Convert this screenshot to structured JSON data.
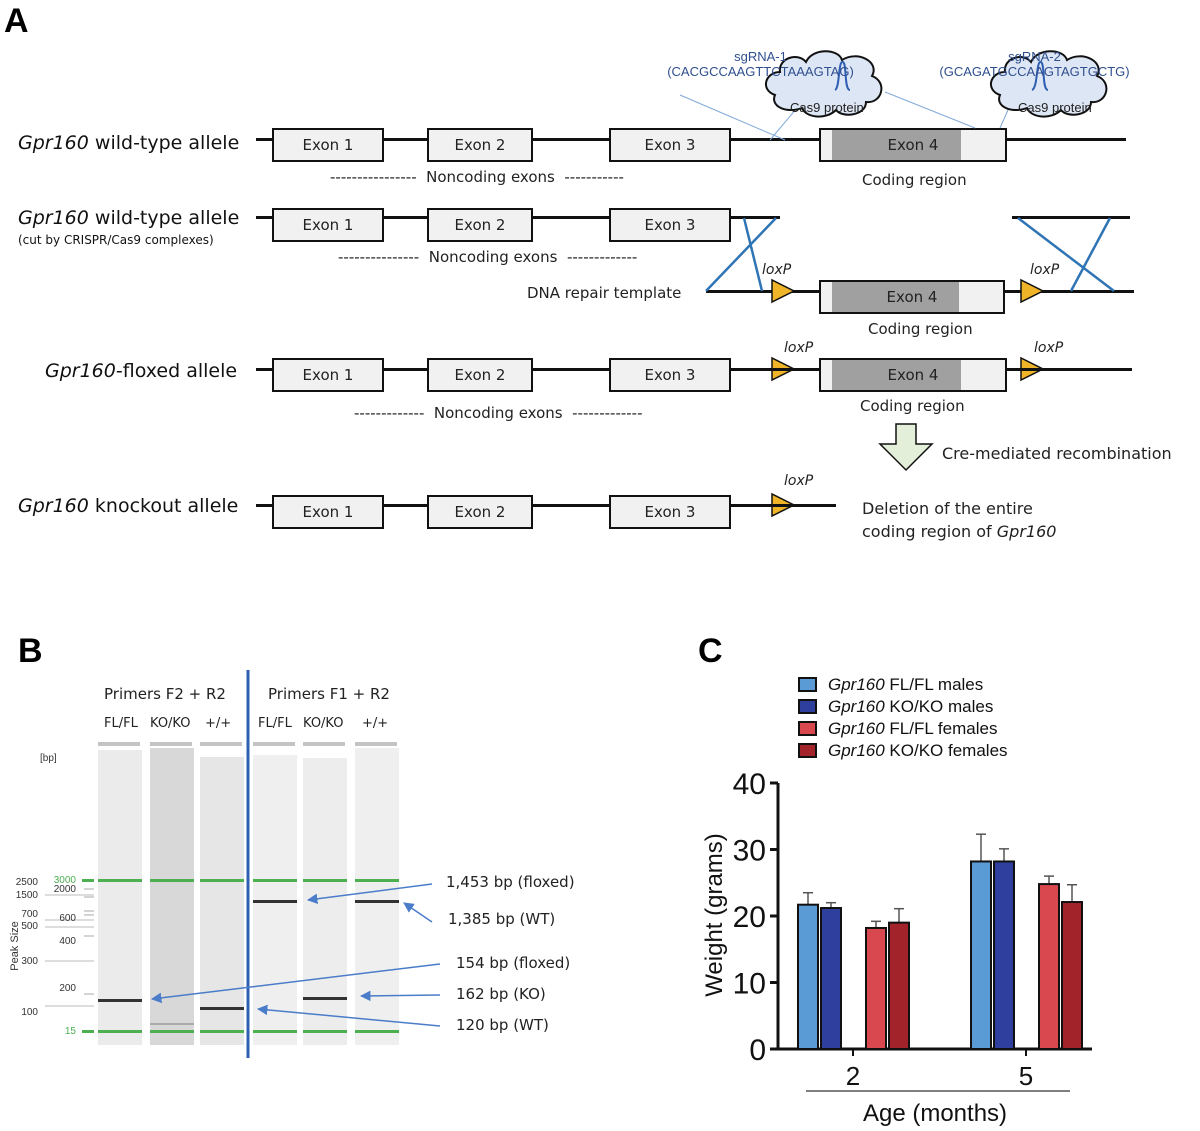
{
  "panels": {
    "a": {
      "letter": "A",
      "alleles": [
        {
          "name_italic": "Gpr160",
          "name_rest": " wild-type allele"
        },
        {
          "name_italic": "Gpr160",
          "name_rest": " wild-type allele",
          "sub": "(cut by CRISPR/Cas9 complexes)"
        },
        {
          "name_italic": "Gpr160",
          "name_rest": "-floxed allele"
        },
        {
          "name_italic": "Gpr160",
          "name_rest": " knockout allele"
        }
      ],
      "exons": [
        "Exon 1",
        "Exon 2",
        "Exon 3",
        "Exon 4"
      ],
      "noncoding_label": "Noncoding exons",
      "coding_label": "Coding region",
      "loxp_label": "loxP",
      "repair_template_label": "DNA repair template",
      "sgrna": [
        {
          "name": "sgRNA-1",
          "sequence": "(CACGCCAAGTTCTAAAGTAG)"
        },
        {
          "name": "sgRNA-2",
          "sequence": "(GCAGATGCCAAGTAGTGCTG)"
        }
      ],
      "cas9_label": "Cas9 protein",
      "cre_label": "Cre-mediated recombination",
      "deletion_text_1": "Deletion of the entire",
      "deletion_text_2": "coding region of ",
      "deletion_text_gene": "Gpr160",
      "colors": {
        "loxp": "#f0b428",
        "guide_line": "#2f74b5",
        "cas9_fill": "#dde6f4",
        "cre_arrow": "#e3efd9"
      }
    },
    "b": {
      "letter": "B",
      "primer_groups": [
        "Primers F2 + R2",
        "Primers F1 + R2"
      ],
      "lanes": [
        "FL/FL",
        "KO/KO",
        "+/+",
        "FL/FL",
        "KO/KO",
        "+/+"
      ],
      "bp_label": "[bp]",
      "axis_label": "Peak Size",
      "ladder_left": [
        "2500",
        "1500",
        "700",
        "500",
        "300",
        "100"
      ],
      "ladder_right": [
        "3000",
        "2000",
        "600",
        "400",
        "200",
        "15"
      ],
      "band_labels": [
        "1,453 bp (floxed)",
        "1,385 bp (WT)",
        "154 bp (floxed)",
        "162 bp (KO)",
        "120 bp (WT)"
      ],
      "colors": {
        "marker": "#4caf50",
        "divider": "#2f5fb3",
        "arrow": "#4a7cc9"
      }
    },
    "c": {
      "letter": "C"
    }
  },
  "chart_data": {
    "type": "bar",
    "title": "",
    "xlabel": "Age (months)",
    "ylabel": "Weight  (grams)",
    "categories": [
      "2",
      "5"
    ],
    "ylim": [
      0,
      40
    ],
    "yticks": [
      "0",
      "10",
      "20",
      "30",
      "40"
    ],
    "legend_position": "top",
    "series": [
      {
        "name_italic": "Gpr160",
        "name": " FL/FL males",
        "color": "#5b9bd5",
        "values": [
          21.7,
          28.2
        ],
        "error_upper": [
          23.5,
          32.3
        ]
      },
      {
        "name_italic": "Gpr160",
        "name": " KO/KO males",
        "color": "#2e3f9e",
        "values": [
          21.2,
          28.2
        ],
        "error_upper": [
          22.0,
          30.1
        ]
      },
      {
        "name_italic": "Gpr160",
        "name": " FL/FL females",
        "color": "#d9484f",
        "values": [
          18.2,
          24.8
        ],
        "error_upper": [
          19.2,
          26.0
        ]
      },
      {
        "name_italic": "Gpr160",
        "name": " KO/KO females",
        "color": "#a3232b",
        "values": [
          19.0,
          22.1
        ],
        "error_upper": [
          21.1,
          24.7
        ]
      }
    ]
  }
}
